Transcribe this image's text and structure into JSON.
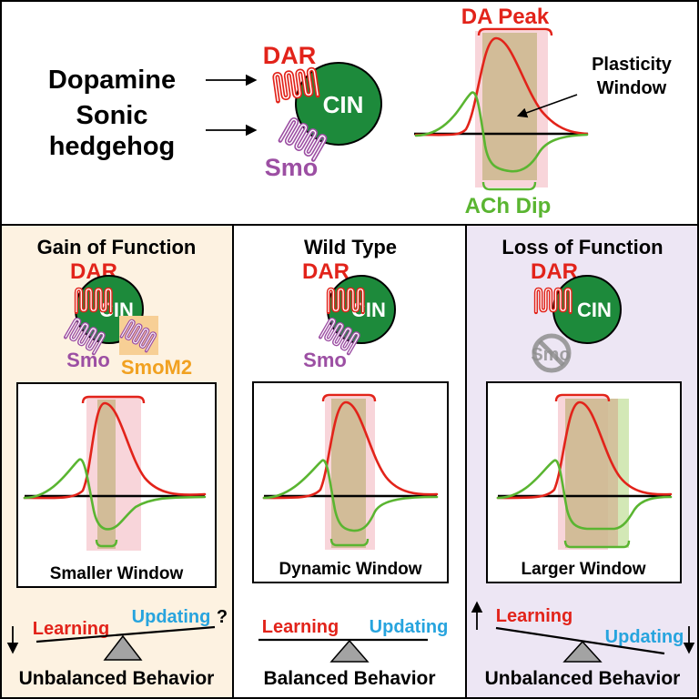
{
  "colors": {
    "dopamine_red": "#e2231a",
    "ach_green": "#5ab531",
    "cin_green": "#1d8a3b",
    "smo_purple": "#9c4fa3",
    "smom2_orange": "#f1a121",
    "smom2_box": "#f7cf95",
    "updating_blue": "#27a4de",
    "window_tan": "#cbb78c",
    "window_pink": "#f8d5da",
    "extended_window_green": "#d3e8b6",
    "gain_bg": "#fdf2e1",
    "loss_bg": "#ede6f4",
    "knockout_gray": "#8e8e8e"
  },
  "icons": {
    "input_arrows": "right-arrow-icon",
    "receptors": "seven-transmembrane-receptor-icon",
    "knockout": "prohibited-icon",
    "balance": "seesaw-icon",
    "change_down": "down-arrow-icon",
    "change_up": "up-arrow-icon"
  },
  "header": {
    "inputs": {
      "line1": "Dopamine",
      "line2": "Sonic",
      "line3": "hedgehog"
    },
    "receptor_dar": "DAR",
    "cell": "CIN",
    "receptor_smo": "Smo",
    "plot": {
      "peak_label": "DA Peak",
      "window_label_line1": "Plasticity",
      "window_label_line2": "Window",
      "dip_label": "ACh Dip"
    }
  },
  "panels": {
    "gain": {
      "title": "Gain of Function",
      "dar": "DAR",
      "cell": "CIN",
      "smo": "Smo",
      "mutant": "SmoM2",
      "window": "Smaller Window",
      "learning": "Learning",
      "updating": "Updating",
      "uncertain": "?",
      "learning_change": "decrease",
      "behavior": "Unbalanced Behavior"
    },
    "wild": {
      "title": "Wild Type",
      "dar": "DAR",
      "cell": "CIN",
      "smo": "Smo",
      "window": "Dynamic Window",
      "learning": "Learning",
      "updating": "Updating",
      "behavior": "Balanced Behavior"
    },
    "loss": {
      "title": "Loss of Function",
      "dar": "DAR",
      "cell": "CIN",
      "smo": "Smo",
      "smo_state": "knocked out",
      "window": "Larger Window",
      "learning": "Learning",
      "updating": "Updating",
      "learning_change": "increase",
      "updating_change": "decrease",
      "behavior": "Unbalanced Behavior"
    }
  }
}
